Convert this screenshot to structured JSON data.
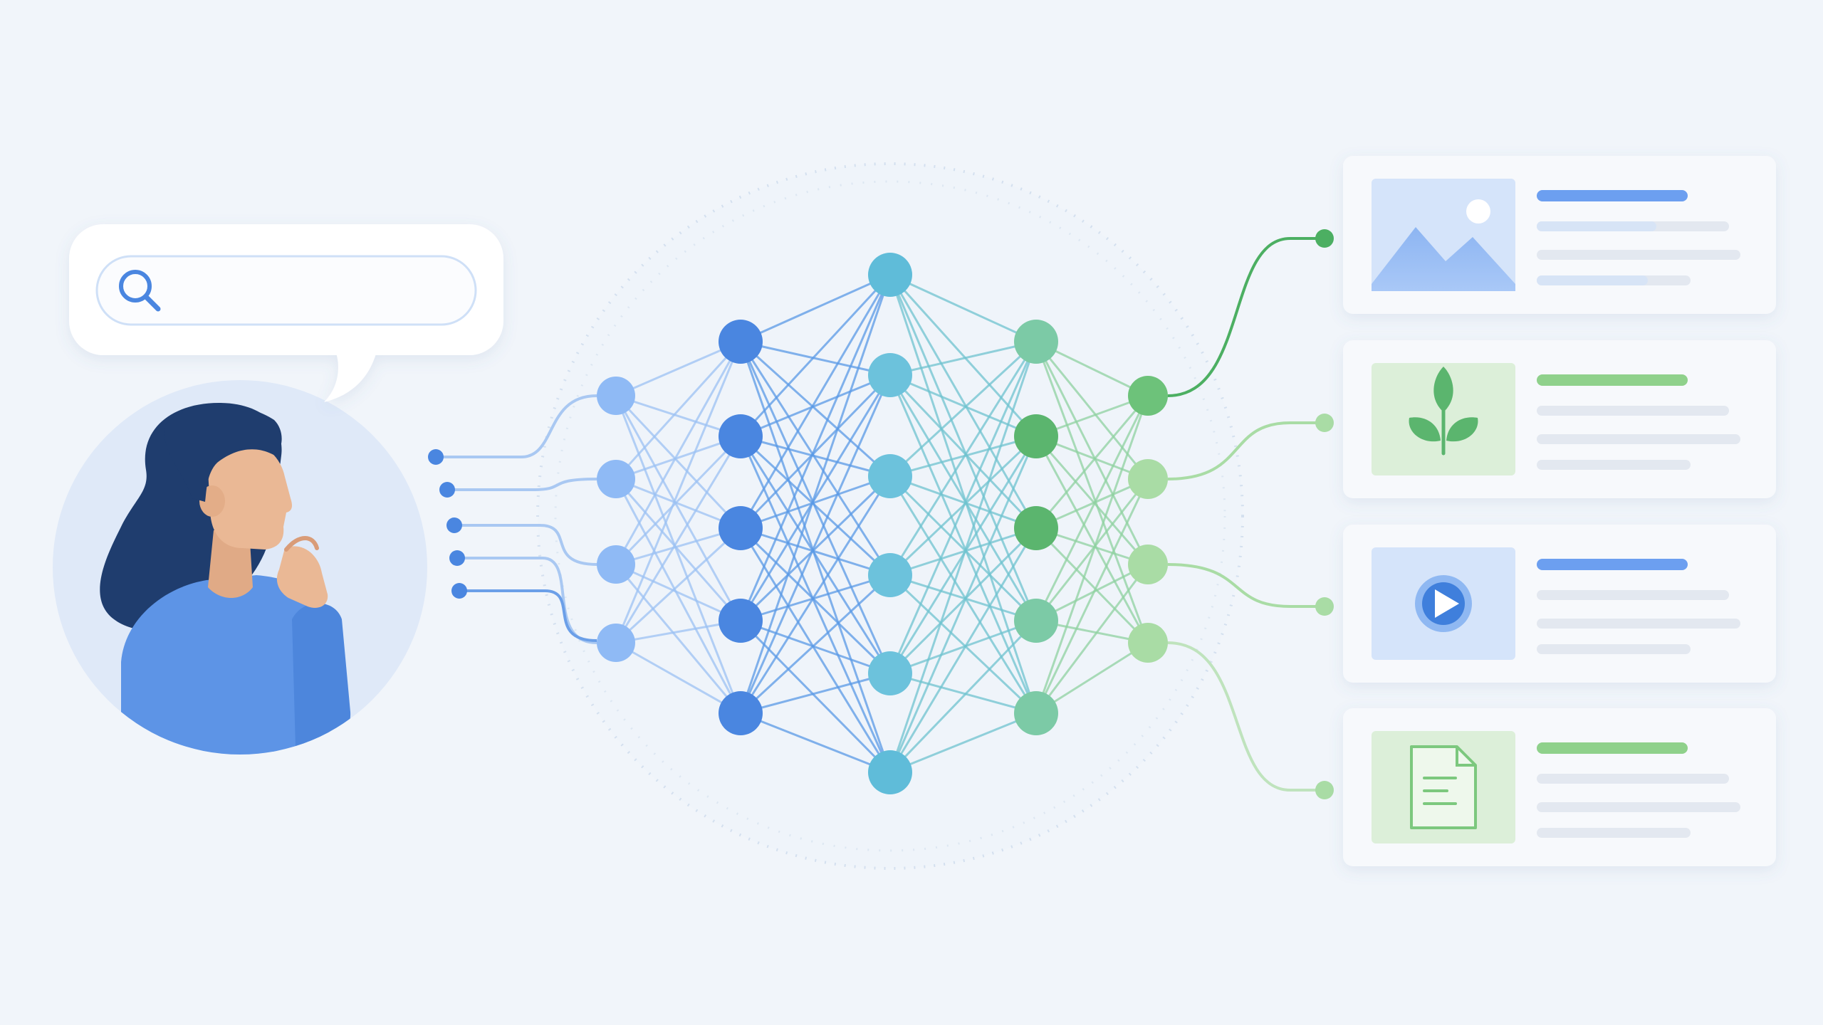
{
  "search": {
    "placeholder": "",
    "value": ""
  },
  "colors": {
    "background": "#f1f5fa",
    "blue": "#4a86e0",
    "blue_light": "#8fbaf5",
    "teal": "#5fbcd9",
    "green": "#5bb56e",
    "green_light": "#a9dca5",
    "mint": "#7ccaa6",
    "skin": "#eab895",
    "hair": "#1f3d6e",
    "shirt": "#5d94e6",
    "card_bg": "#f7f9fc",
    "bar_blue": "#6c9ff0",
    "bar_green": "#8fd18b",
    "bar_gray": "#e3e8f0"
  },
  "icons": {
    "search": "magnifier-icon",
    "result_1": "image-icon",
    "result_2": "plant-icon",
    "result_3": "play-icon",
    "result_4": "document-icon"
  },
  "network": {
    "input_lines": 5,
    "layers": [
      4,
      5,
      6,
      5,
      4
    ],
    "results": 4
  },
  "results": [
    {
      "type": "image",
      "accent": "blue"
    },
    {
      "type": "plant",
      "accent": "green"
    },
    {
      "type": "video",
      "accent": "blue"
    },
    {
      "type": "document",
      "accent": "green"
    }
  ]
}
